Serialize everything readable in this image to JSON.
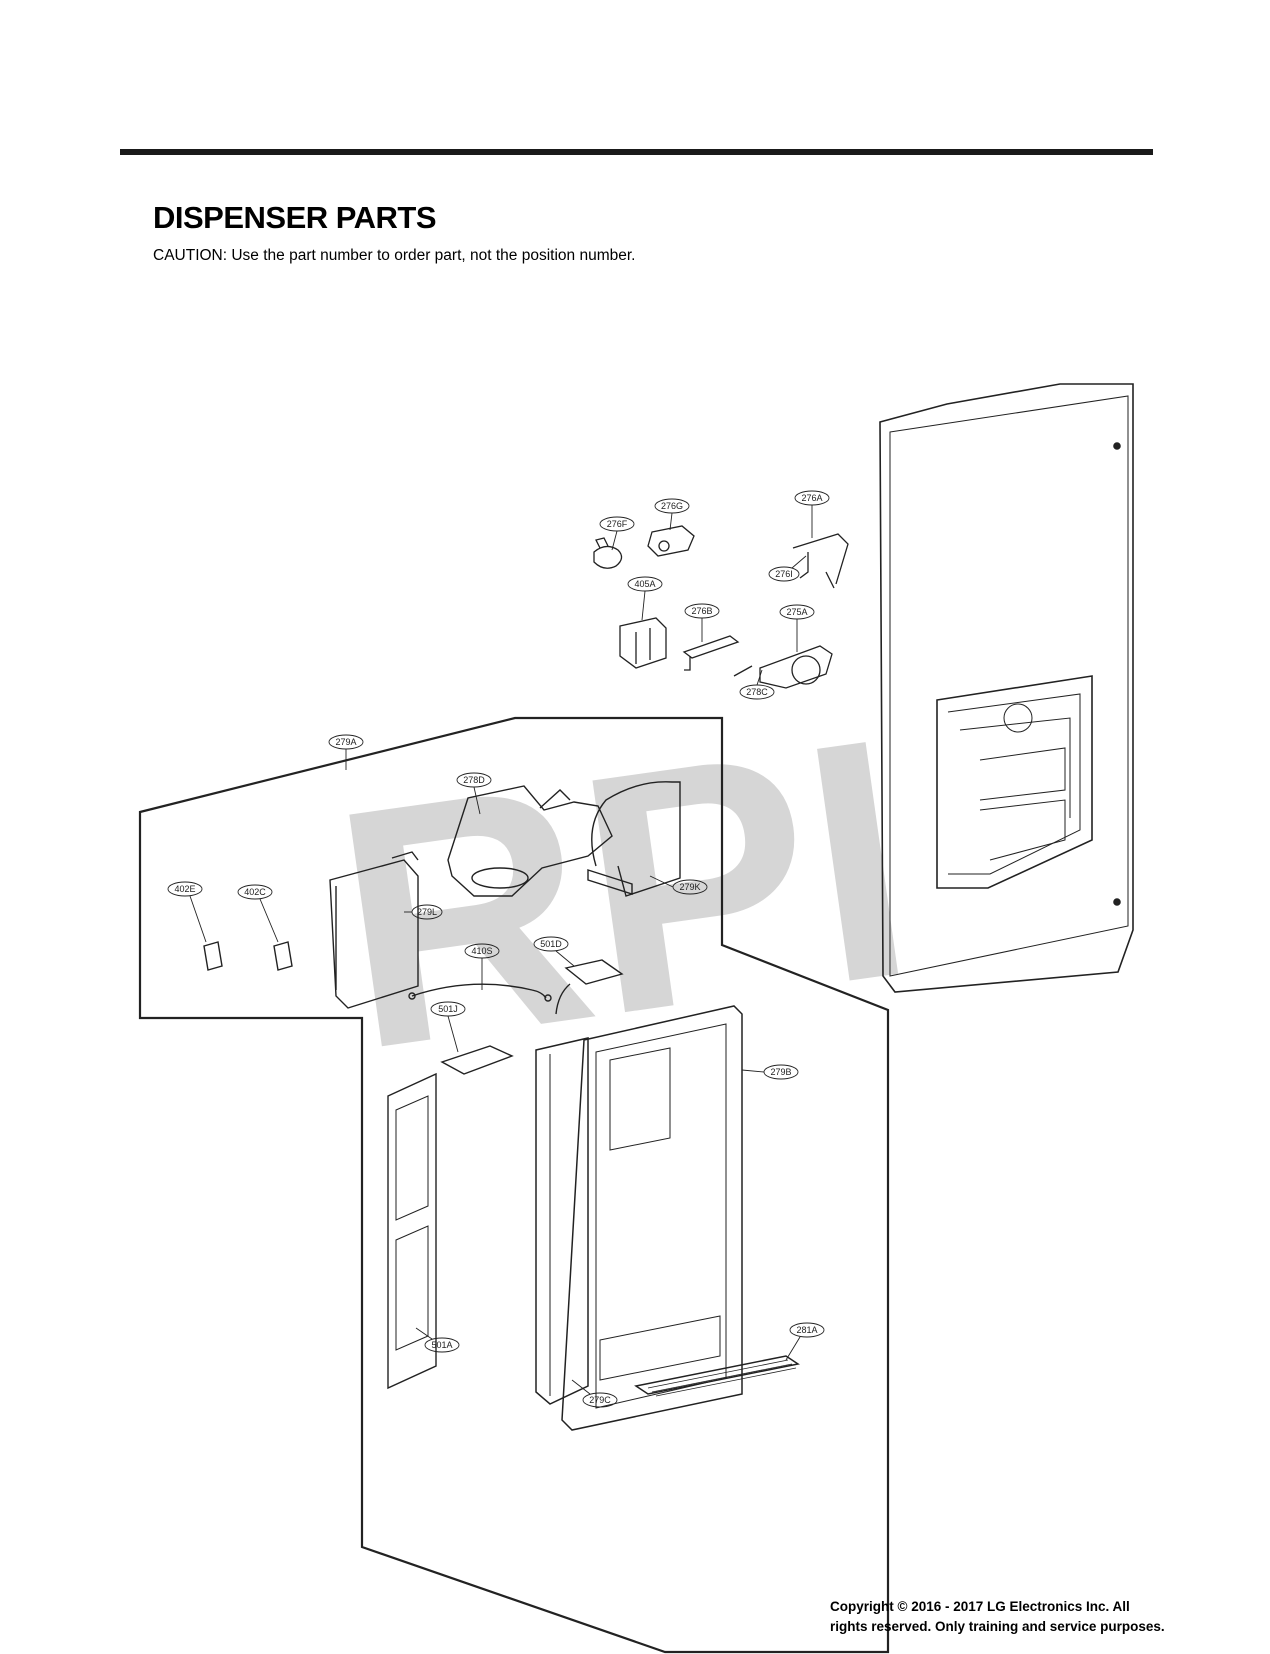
{
  "header": {
    "title": "DISPENSER PARTS",
    "caution": "CAUTION: Use the part number to order part, not the position number."
  },
  "watermark": "RPI",
  "callouts": [
    "276G",
    "276F",
    "276A",
    "276I",
    "405A",
    "276B",
    "275A",
    "278C",
    "279A",
    "278D",
    "279K",
    "402E",
    "402C",
    "279L",
    "410S",
    "501D",
    "501J",
    "279B",
    "501A",
    "281A",
    "279C"
  ],
  "footer": {
    "copyright_line1": "Copyright © 2016 - 2017 LG Electronics Inc. All",
    "copyright_line2": "rights reserved. Only training and service purposes."
  }
}
